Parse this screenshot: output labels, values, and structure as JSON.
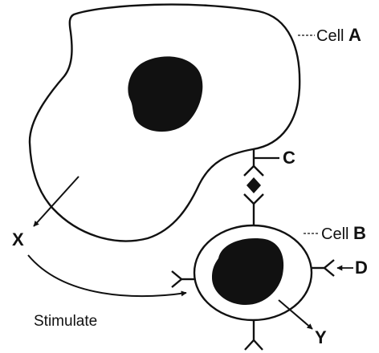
{
  "diagram": {
    "cell_a": {
      "prefix": "Cell ",
      "letter": "A"
    },
    "cell_b": {
      "prefix": "Cell ",
      "letter": "B"
    },
    "label_c": "C",
    "label_d": "D",
    "label_x": "X",
    "label_y": "Y",
    "stimulate": "Stimulate"
  },
  "colors": {
    "ink": "#111111",
    "background": "#ffffff"
  }
}
